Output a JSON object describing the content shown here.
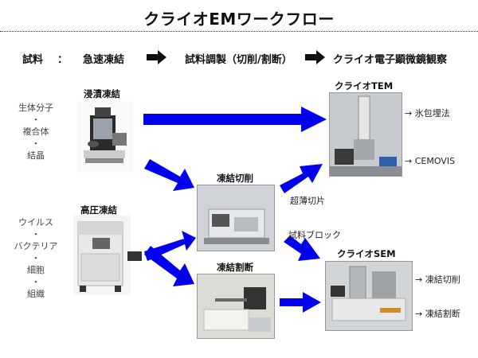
{
  "title": "クライオEMワークフロー",
  "flow": {
    "sample": "試料",
    "colon": "：",
    "step1": "急速凍結",
    "step2": "試料調製（切削/割断）",
    "step3": "クライオ電子顕微鏡観察"
  },
  "left_top": {
    "items": [
      "生体分子",
      "・",
      "複合体",
      "・",
      "結晶"
    ]
  },
  "left_bottom": {
    "items": [
      "ウイルス",
      "・",
      "バクテリア",
      "・",
      "細胞",
      "・",
      "組織"
    ]
  },
  "nodes": {
    "plunge": "浸漬凍結",
    "hpf": "高圧凍結",
    "cut": "凍結切削",
    "fracture": "凍結割断",
    "tem": "クライオTEM",
    "sem": "クライオSEM"
  },
  "labels": {
    "ultrathin": "超薄切片",
    "block": "試料ブロック"
  },
  "tem_outputs": [
    "→ 氷包埋法",
    "→ CEMOVIS"
  ],
  "sem_outputs": [
    "→ 凍結切削",
    "→ 凍結割断"
  ],
  "colors": {
    "arrow": "#0000ee",
    "step_arrow": "#111111"
  }
}
